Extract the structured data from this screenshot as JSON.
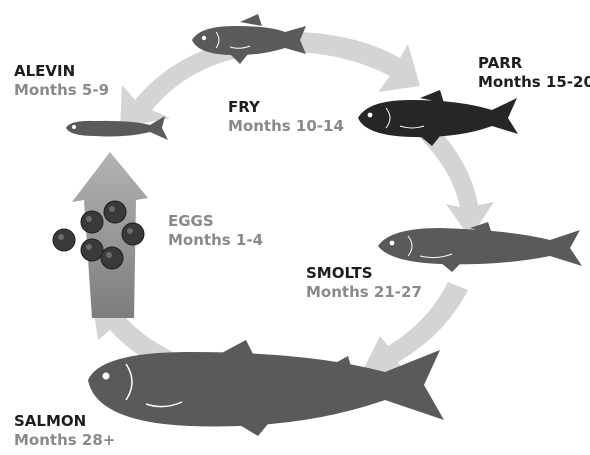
{
  "colors": {
    "ring": "#d4d4d4",
    "ring_highlight": "#9a9a9a",
    "fish_light": "#5a5a5a",
    "fish_dark": "#262626",
    "egg": "#3a3a3a",
    "text_dark": "#1e1e1e",
    "text_gray": "#8a8a8a"
  },
  "stages": [
    {
      "id": "alevin",
      "name": "ALEVIN",
      "months": "Months 5-9"
    },
    {
      "id": "fry",
      "name": "FRY",
      "months": "Months 10-14"
    },
    {
      "id": "parr",
      "name": "PARR",
      "months": "Months 15-20"
    },
    {
      "id": "eggs",
      "name": "EGGS",
      "months": "Months 1-4"
    },
    {
      "id": "smolts",
      "name": "SMOLTS",
      "months": "Months 21-27"
    },
    {
      "id": "salmon",
      "name": "SALMON",
      "months": "Months 28+"
    }
  ]
}
